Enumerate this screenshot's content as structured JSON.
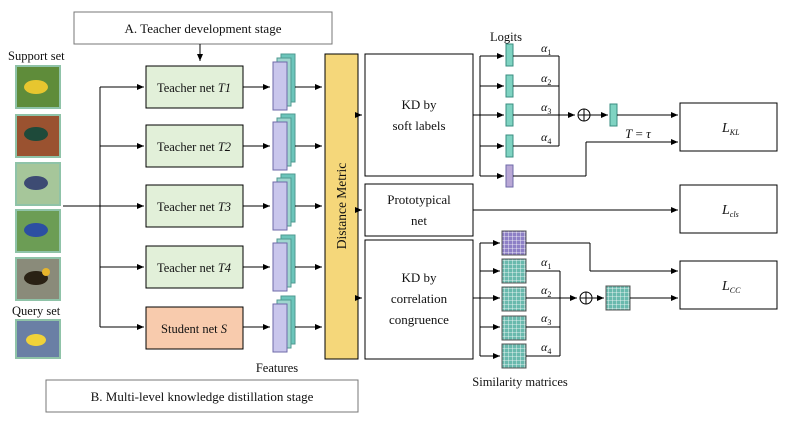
{
  "stage_a_label": "A. Teacher development stage",
  "stage_b_label": "B. Multi-level knowledge distillation stage",
  "support_set_label": "Support set",
  "query_set_label": "Query set",
  "networks": [
    {
      "name": "Teacher net ",
      "italic": "T1"
    },
    {
      "name": "Teacher net ",
      "italic": "T2"
    },
    {
      "name": "Teacher net ",
      "italic": "T3"
    },
    {
      "name": "Teacher net ",
      "italic": "T4"
    },
    {
      "name": "Student net ",
      "italic": "S"
    }
  ],
  "features_label": "Features",
  "distance_metric_label": "Distance Metric",
  "kd_soft": {
    "line1": "KD by",
    "line2": "soft labels"
  },
  "proto": {
    "line1": "Prototypical",
    "line2": "net"
  },
  "kd_corr": {
    "line1": "KD by",
    "line2": "correlation",
    "line3": "congruence"
  },
  "logits_label": "Logits",
  "similarity_label": "Similarity matrices",
  "alpha": {
    "symbol": "α",
    "top": [
      "1",
      "2",
      "3",
      "4"
    ],
    "bottom": [
      "1",
      "2",
      "3",
      "4"
    ]
  },
  "temperature": {
    "left": "T",
    "eq": " = ",
    "right": "τ"
  },
  "losses": {
    "kl": {
      "main": "L",
      "sub": "KL"
    },
    "cls": {
      "main": "L",
      "sub": "cls"
    },
    "cc": {
      "main": "L",
      "sub": "CC"
    }
  },
  "colors": {
    "teacher_fill": "#e2f0d9",
    "student_fill": "#f8cbad",
    "distance_fill": "#f5d77a",
    "logit_fill": "#7fd3c2",
    "student_logit_fill": "#b9a8d6",
    "feature_front": "#c9c6ec",
    "feature_back": "#6cc5bb",
    "matrix_teal": "#69b9ad",
    "matrix_purple": "#8d7fc6",
    "bird_border": "#8fc3a8"
  }
}
